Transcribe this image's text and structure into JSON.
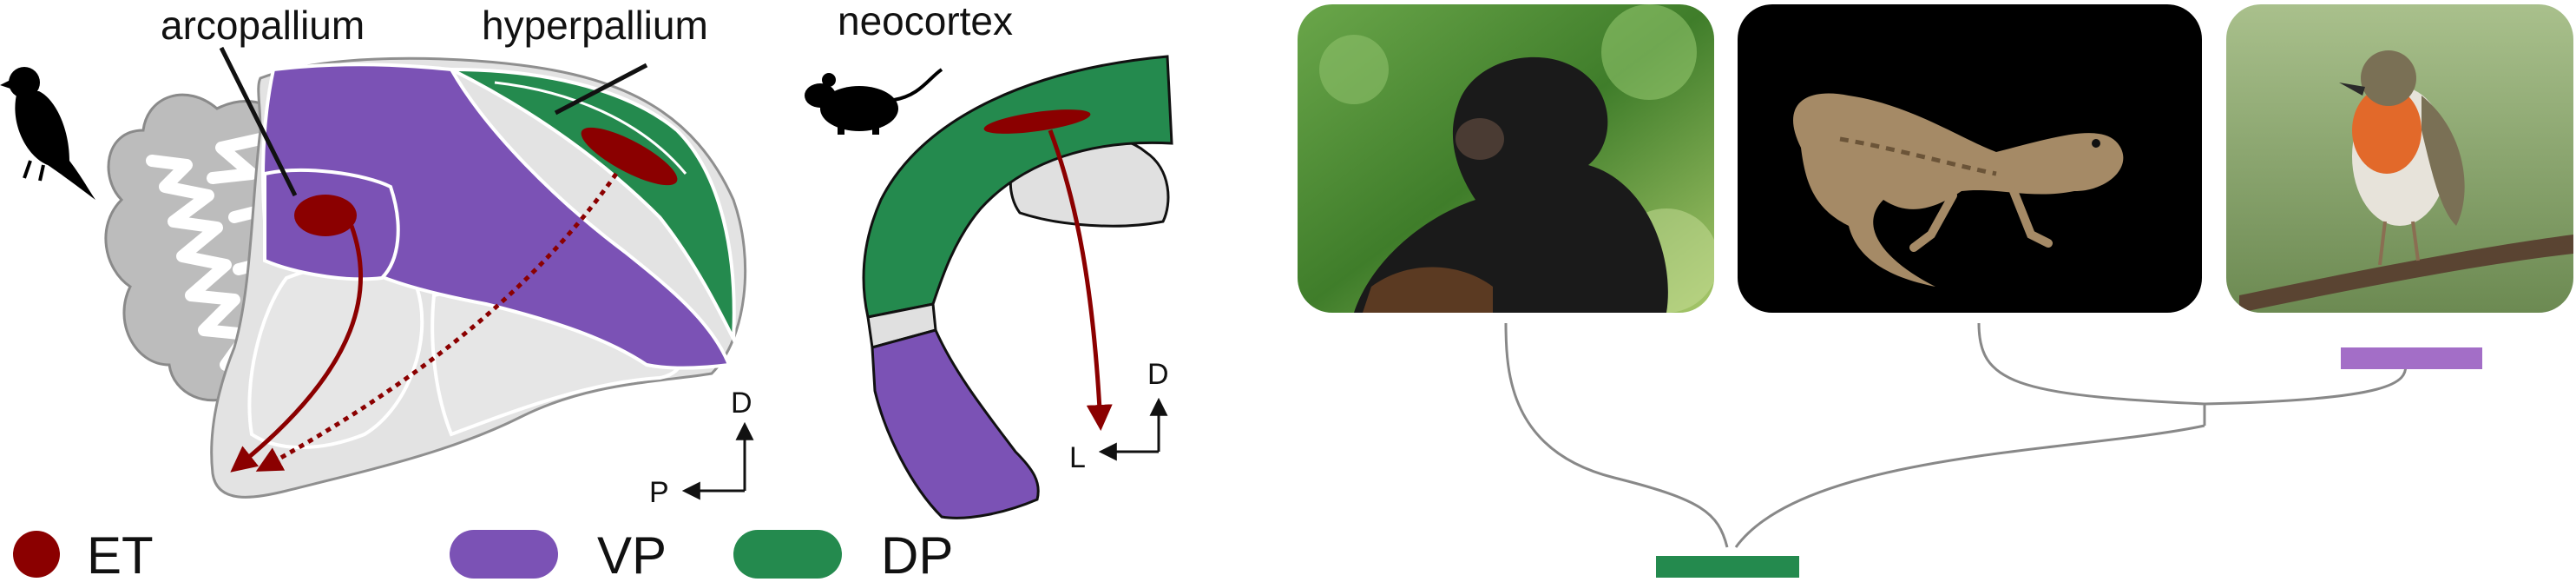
{
  "labels": {
    "arcopallium": "arcopallium",
    "hyperpallium": "hyperpallium",
    "neocortex": "neocortex",
    "axis_d_bird": "D",
    "axis_p_bird": "P",
    "axis_d_mouse": "D",
    "axis_l_mouse": "L"
  },
  "legend": [
    {
      "key": "et",
      "label": "ET",
      "color": "#8b0000"
    },
    {
      "key": "vp",
      "label": "VP",
      "color": "#7b52b5"
    },
    {
      "key": "dp",
      "label": "DP",
      "color": "#248a4e"
    }
  ],
  "colors": {
    "ventral_pallium": "#7b52b5",
    "dorsal_pallium": "#248a4e",
    "et_projection": "#8b0000",
    "brain_gray": "#e0e0e0",
    "tree_line": "#888888"
  },
  "photos": [
    {
      "name": "chimpanzee"
    },
    {
      "name": "lizard"
    },
    {
      "name": "robin"
    }
  ],
  "icons": [
    "bird-silhouette-icon",
    "mouse-silhouette-icon"
  ]
}
